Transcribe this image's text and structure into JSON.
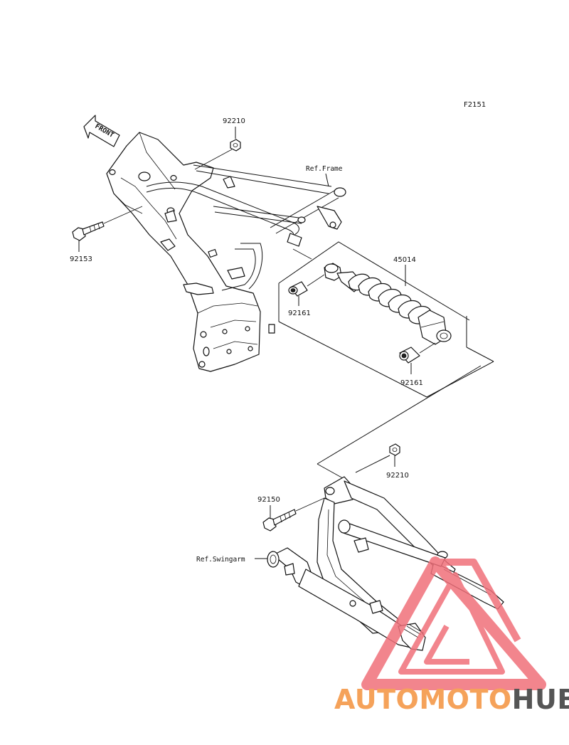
{
  "diagram": {
    "figure_code": "F2151",
    "front_label": "FRONT",
    "ref_labels": {
      "frame": "Ref.Frame",
      "swingarm": "Ref.Swingarm"
    },
    "part_numbers": {
      "nut_top": "92210",
      "bolt_frame": "92153",
      "shock_absorber": "45014",
      "bushing_upper": "92161",
      "bushing_lower": "92161",
      "nut_bottom": "92210",
      "bolt_swingarm": "92150"
    }
  },
  "watermark": {
    "brand_part1": "AUTOMOTO",
    "brand_part2": "HUB",
    "color_part1": "#f5a25a",
    "color_part2": "#555555",
    "logo_color": "#f0707a"
  }
}
